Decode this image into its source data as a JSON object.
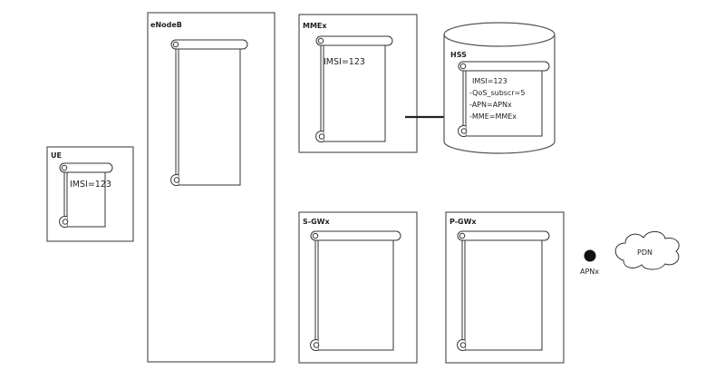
{
  "nodes": {
    "ue": {
      "label": "UE",
      "lines": [
        "IMSI=123"
      ]
    },
    "enodeb": {
      "label": "eNodeB",
      "lines": []
    },
    "mme": {
      "label": "MMEx",
      "lines": [
        "IMSI=123"
      ]
    },
    "hss": {
      "label": "HSS",
      "lines": [
        "IMSI=123",
        "-QoS_subscr=5",
        "-APN=APNx",
        "-MME=MMEx"
      ]
    },
    "sgw": {
      "label": "S-GWx",
      "lines": []
    },
    "pgw": {
      "label": "P-GWx",
      "lines": []
    },
    "apn": {
      "label": "APNx"
    },
    "pdn": {
      "label": "PDN"
    }
  },
  "colors": {
    "line": "#555555",
    "ink": "#222222",
    "dot": "#111111"
  }
}
